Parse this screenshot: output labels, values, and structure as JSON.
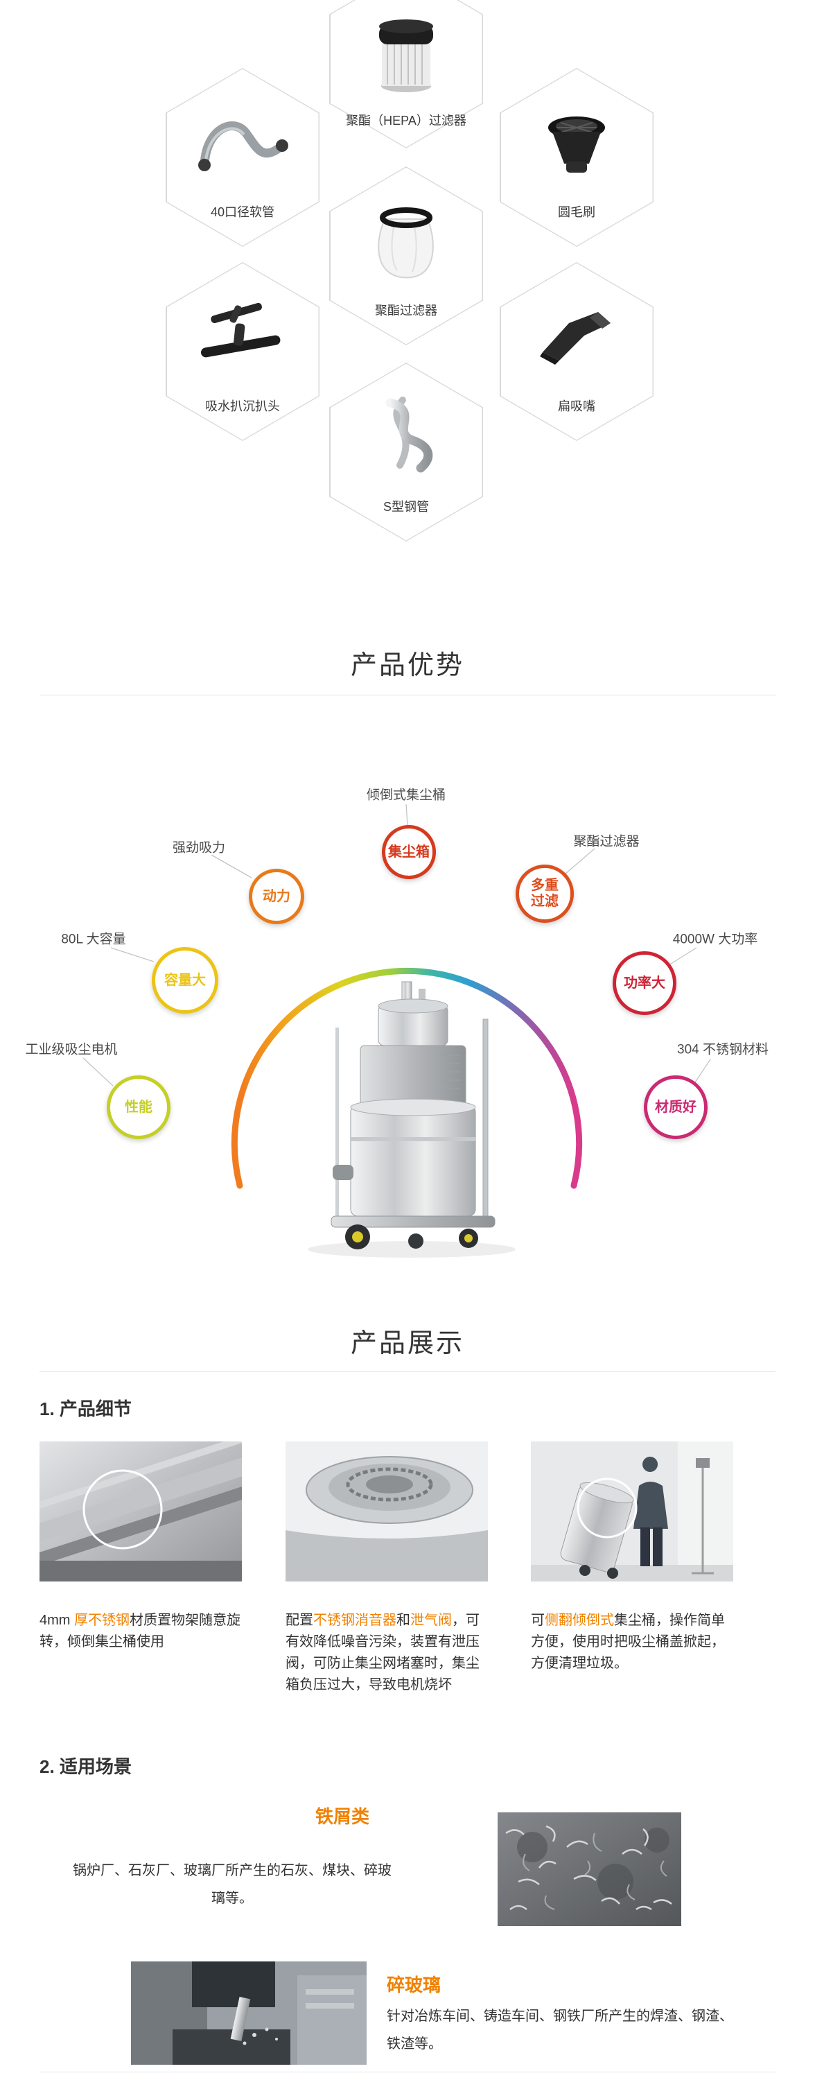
{
  "colors": {
    "accent_orange": "#f08200",
    "rule_gray": "#e4e4e4",
    "text_dark": "#333333"
  },
  "accessories": {
    "items": [
      {
        "label": "聚酯（HEPA）过滤器",
        "icon": "hepa-filter-icon"
      },
      {
        "label": "40口径软管",
        "icon": "hose-icon"
      },
      {
        "label": "圆毛刷",
        "icon": "round-brush-icon"
      },
      {
        "label": "聚酯过滤器",
        "icon": "polyester-filter-icon"
      },
      {
        "label": "吸水扒沉扒头",
        "icon": "floor-nozzle-icon"
      },
      {
        "label": "扁吸嘴",
        "icon": "flat-nozzle-icon"
      },
      {
        "label": "S型钢管",
        "icon": "s-pipe-icon"
      }
    ]
  },
  "advantages": {
    "title": "产品优势",
    "badges": [
      {
        "name": "power",
        "label": "强劲吸力",
        "text": "动力",
        "color": "#e87a1a"
      },
      {
        "name": "dust-box",
        "label": "倾倒式集尘桶",
        "text": "集尘箱",
        "color": "#d53a1e"
      },
      {
        "name": "multi-filter",
        "label": "聚酯过滤器",
        "text": "多重过滤",
        "color": "#dd4f1f"
      },
      {
        "name": "capacity",
        "label": "80L 大容量",
        "text": "容量大",
        "color": "#ecc414"
      },
      {
        "name": "wattage",
        "label": "4000W 大功率",
        "text": "功率大",
        "color": "#cf2435"
      },
      {
        "name": "performance",
        "label": "工业级吸尘电机",
        "text": "性能",
        "color": "#c5cf25"
      },
      {
        "name": "material",
        "label": "304 不锈钢材料",
        "text": "材质好",
        "color": "#ca2a72"
      }
    ]
  },
  "display": {
    "title": "产品展示",
    "details": {
      "heading": "1. 产品细节",
      "items": [
        {
          "parts": [
            {
              "text": "4mm ",
              "hl": false
            },
            {
              "text": "厚不锈钢",
              "hl": true
            },
            {
              "text": "材质置物架随意旋转，倾倒集尘桶使用",
              "hl": false
            }
          ]
        },
        {
          "parts": [
            {
              "text": "配置",
              "hl": false
            },
            {
              "text": "不锈钢消音器",
              "hl": true
            },
            {
              "text": "和",
              "hl": false
            },
            {
              "text": "泄气阀",
              "hl": true
            },
            {
              "text": "，可有效降低噪音污染，装置有泄压阀，可防止集尘网堵塞时，集尘箱负压过大，导致电机烧坏",
              "hl": false
            }
          ]
        },
        {
          "parts": [
            {
              "text": "可",
              "hl": false
            },
            {
              "text": "侧翻倾倒式",
              "hl": true
            },
            {
              "text": "集尘桶，操作简单方便，使用时把吸尘桶盖掀起，方便清理垃圾。",
              "hl": false
            }
          ]
        }
      ]
    },
    "scenarios": {
      "heading": "2. 适用场景",
      "items": [
        {
          "title": "铁屑类",
          "text": "锅炉厂、石灰厂、玻璃厂所产生的石灰、煤块、碎玻璃等。"
        },
        {
          "title": "碎玻璃",
          "text": "针对冶炼车间、铸造车间、钢铁厂所产生的焊渣、钢渣、铁渣等。"
        }
      ]
    }
  }
}
